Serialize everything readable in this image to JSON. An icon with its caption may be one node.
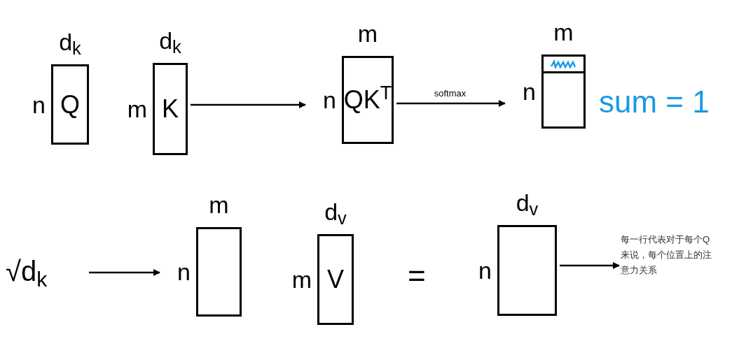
{
  "diagram": {
    "nodes": [
      {
        "text": [
          "Q"
        ],
        "beside": [
          "d$_{k}$",
          "n"
        ]
      },
      {
        "text": [
          "K"
        ],
        "beside": [
          "d$_{k}$",
          "m"
        ]
      },
      {
        "text": [
          "QK$^{T}$"
        ],
        "beside": [
          "m",
          "n"
        ]
      },
      {
        "text": [],
        "shape": "box",
        "beside": [
          "m",
          "n"
        ]
      },
      {
        "text": [],
        "shape": "bar",
        "in": 3
      },
      {
        "text": [
          "√d$_{k}$"
        ]
      },
      {
        "text": [],
        "shape": "box",
        "beside": [
          "m",
          "n"
        ]
      },
      {
        "text": [
          "V"
        ],
        "beside": [
          "d$_{v}$",
          "m"
        ]
      },
      {
        "text": [],
        "shape": "box",
        "beside": [
          "d$_{v}$",
          "n"
        ]
      },
      {
        "text": [
          "每一行代表对于每个Q来说，每个位置上的注意力关系"
        ]
      }
    ],
    "edges": [
      {
        "from": 1,
        "to": 2,
        "arrow": "to"
      },
      {
        "from": 2,
        "to": 3,
        "arrow": "to",
        "label": "softmax"
      },
      {
        "from": 5,
        "to": 6,
        "arrow": "to"
      },
      {
        "from": 8,
        "to": 9,
        "arrow": "to"
      }
    ],
    "labels": [
      "sum = 1",
      "="
    ]
  }
}
